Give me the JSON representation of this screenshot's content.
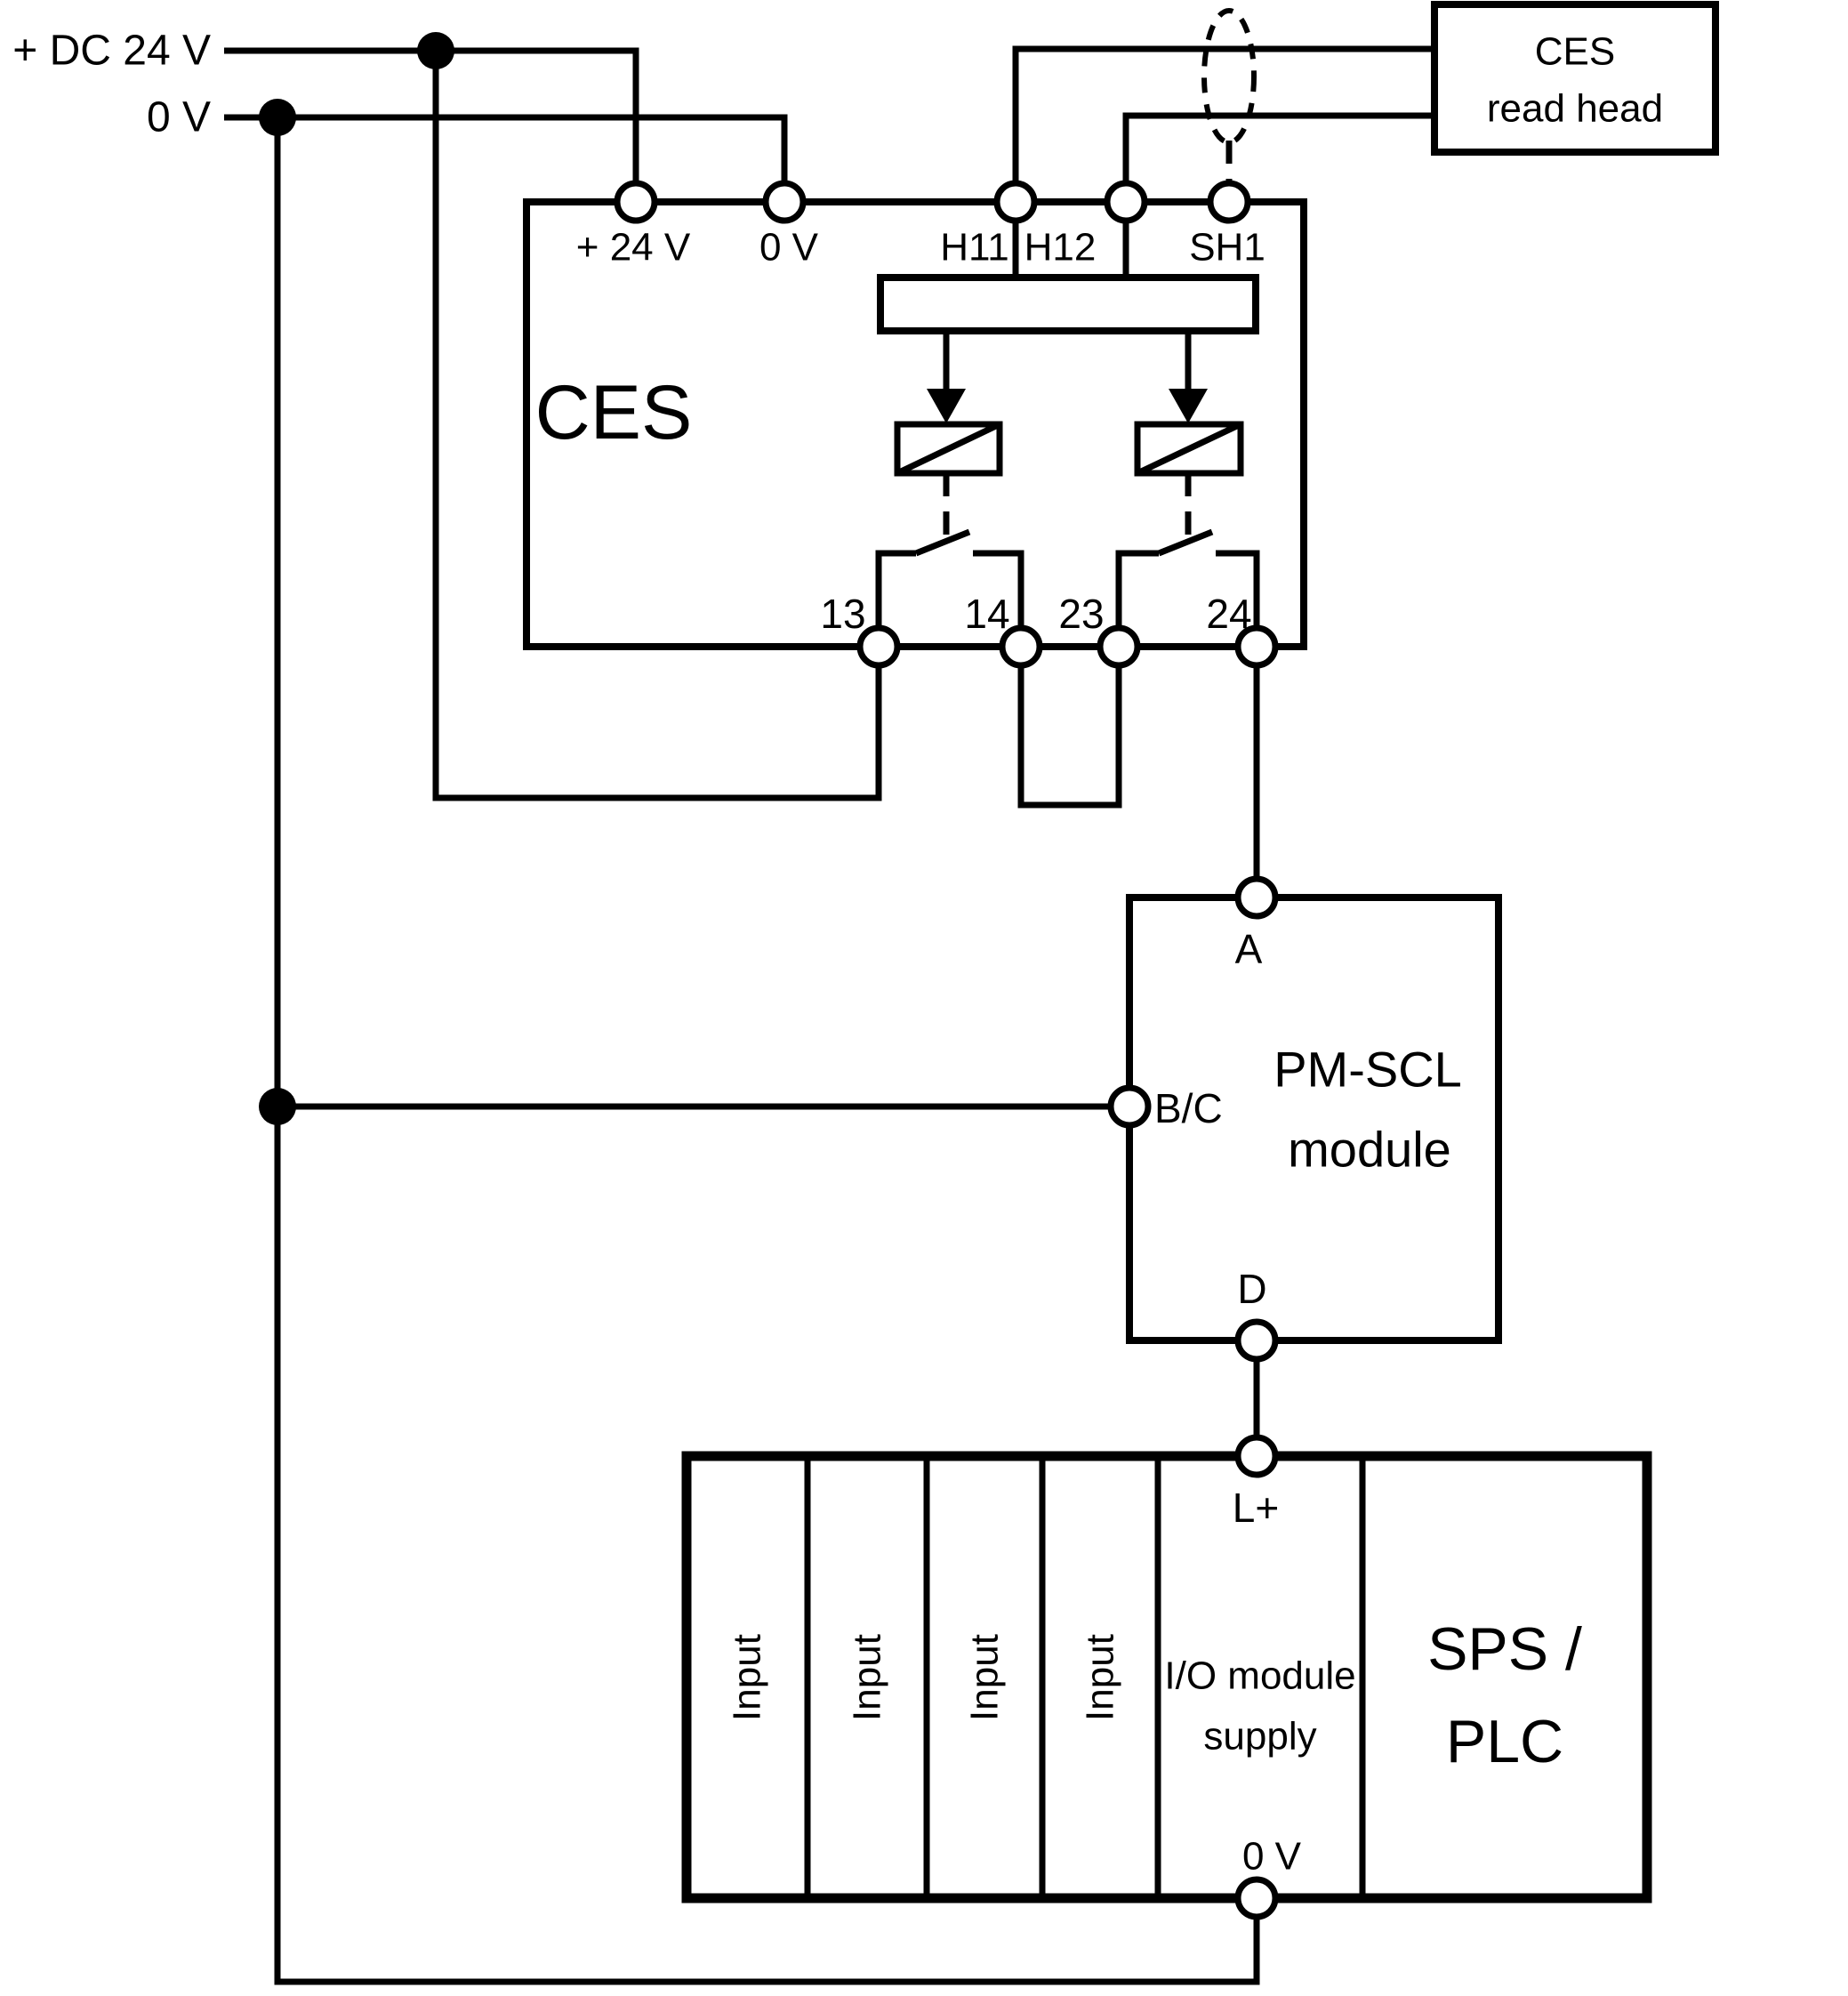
{
  "page": {
    "background_color": "#ffffff",
    "line_color": "#000000",
    "description": "Wiring diagram: CES safety switch with CES read head, PM-SCL module and SPS/PLC I/O connection"
  },
  "supply": {
    "plus_label": "+ DC 24 V",
    "zero_label": "0 V"
  },
  "read_head": {
    "title_line1": "CES",
    "title_line2": "read head"
  },
  "ces": {
    "title": "CES",
    "top_terminals": [
      "+ 24 V",
      "0 V",
      "H11",
      "H12",
      "SH1"
    ],
    "bottom_terminals": [
      "13",
      "14",
      "23",
      "24"
    ]
  },
  "pm_scl": {
    "title_line1": "PM-SCL",
    "title_line2": "module",
    "terminal_a": "A",
    "terminal_bc": "B/C",
    "terminal_d": "D"
  },
  "plc": {
    "input_columns": [
      "Input",
      "Input",
      "Input",
      "Input"
    ],
    "io_supply_line1": "I/O module",
    "io_supply_line2": "supply",
    "title_line1": "SPS /",
    "title_line2": "PLC",
    "terminal_lplus": "L+",
    "terminal_zero": "0 V"
  }
}
